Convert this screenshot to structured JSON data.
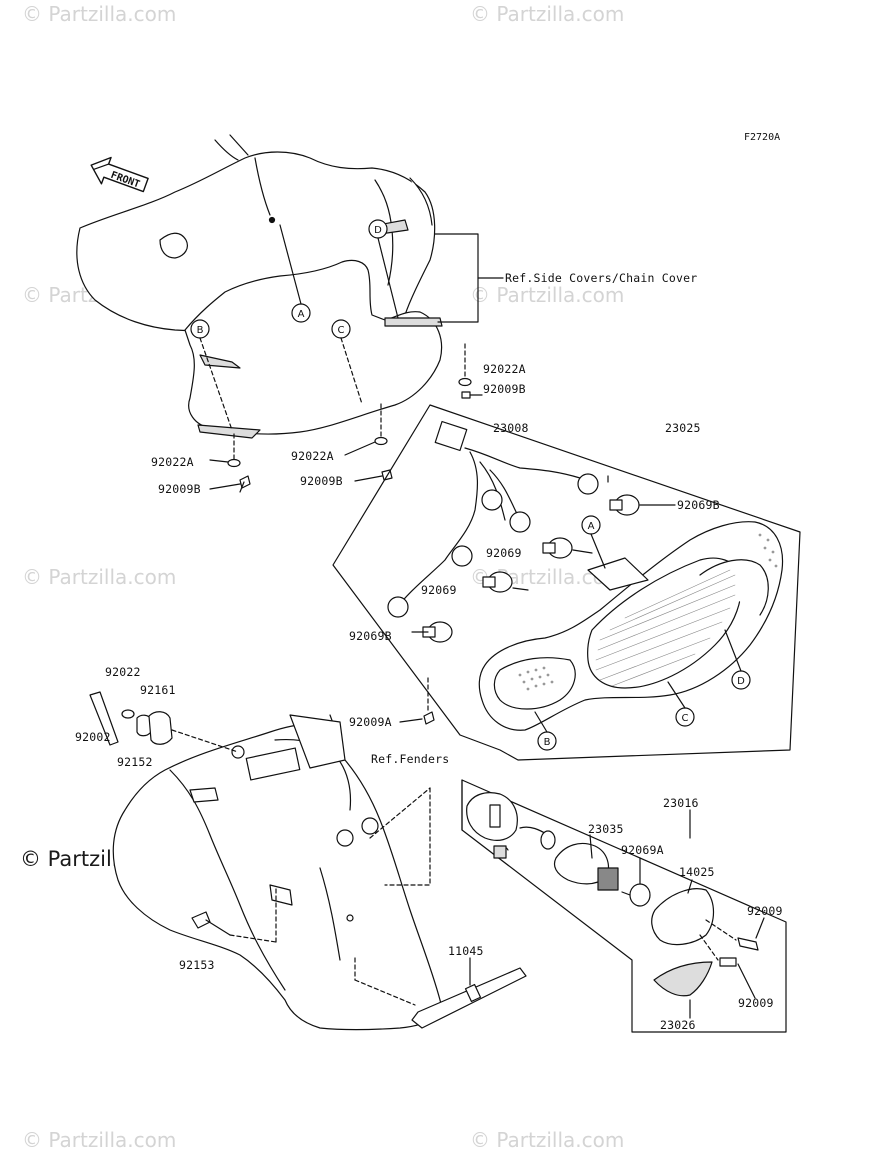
{
  "watermarks": [
    "© Partzilla.com",
    "© Partzilla.com",
    "© Partzilla.com",
    "© Partzilla.com",
    "© Partzilla.com",
    "© Partzilla.com",
    "© Partzilla.com",
    "© Partzilla.com"
  ],
  "copyright": "© Partzilla.com",
  "figure_code": "F2720A",
  "front_label": "FRONT",
  "ref_labels": {
    "side_covers": "Ref.Side Covers/Chain Cover",
    "fenders": "Ref.Fenders"
  },
  "callout_letters": [
    "A",
    "B",
    "C",
    "D"
  ],
  "parts": {
    "p92022A_r": "92022A",
    "p92009B_r": "92009B",
    "p92022A_l": "92022A",
    "p92009B_l": "92009B",
    "p92022A_m": "92022A",
    "p92009B_m": "92009B",
    "p23008": "23008",
    "p23025": "23025",
    "p92069B_t": "92069B",
    "p92069_1": "92069",
    "p92069_2": "92069",
    "p92069B_b": "92069B",
    "p92009A": "92009A",
    "p92022": "92022",
    "p92161": "92161",
    "p92002": "92002",
    "p92152": "92152",
    "p23016": "23016",
    "p23035": "23035",
    "p92069A": "92069A",
    "p14025": "14025",
    "p92009_1": "92009",
    "p92009_2": "92009",
    "p23026": "23026",
    "p92153": "92153",
    "p11045": "11045"
  }
}
